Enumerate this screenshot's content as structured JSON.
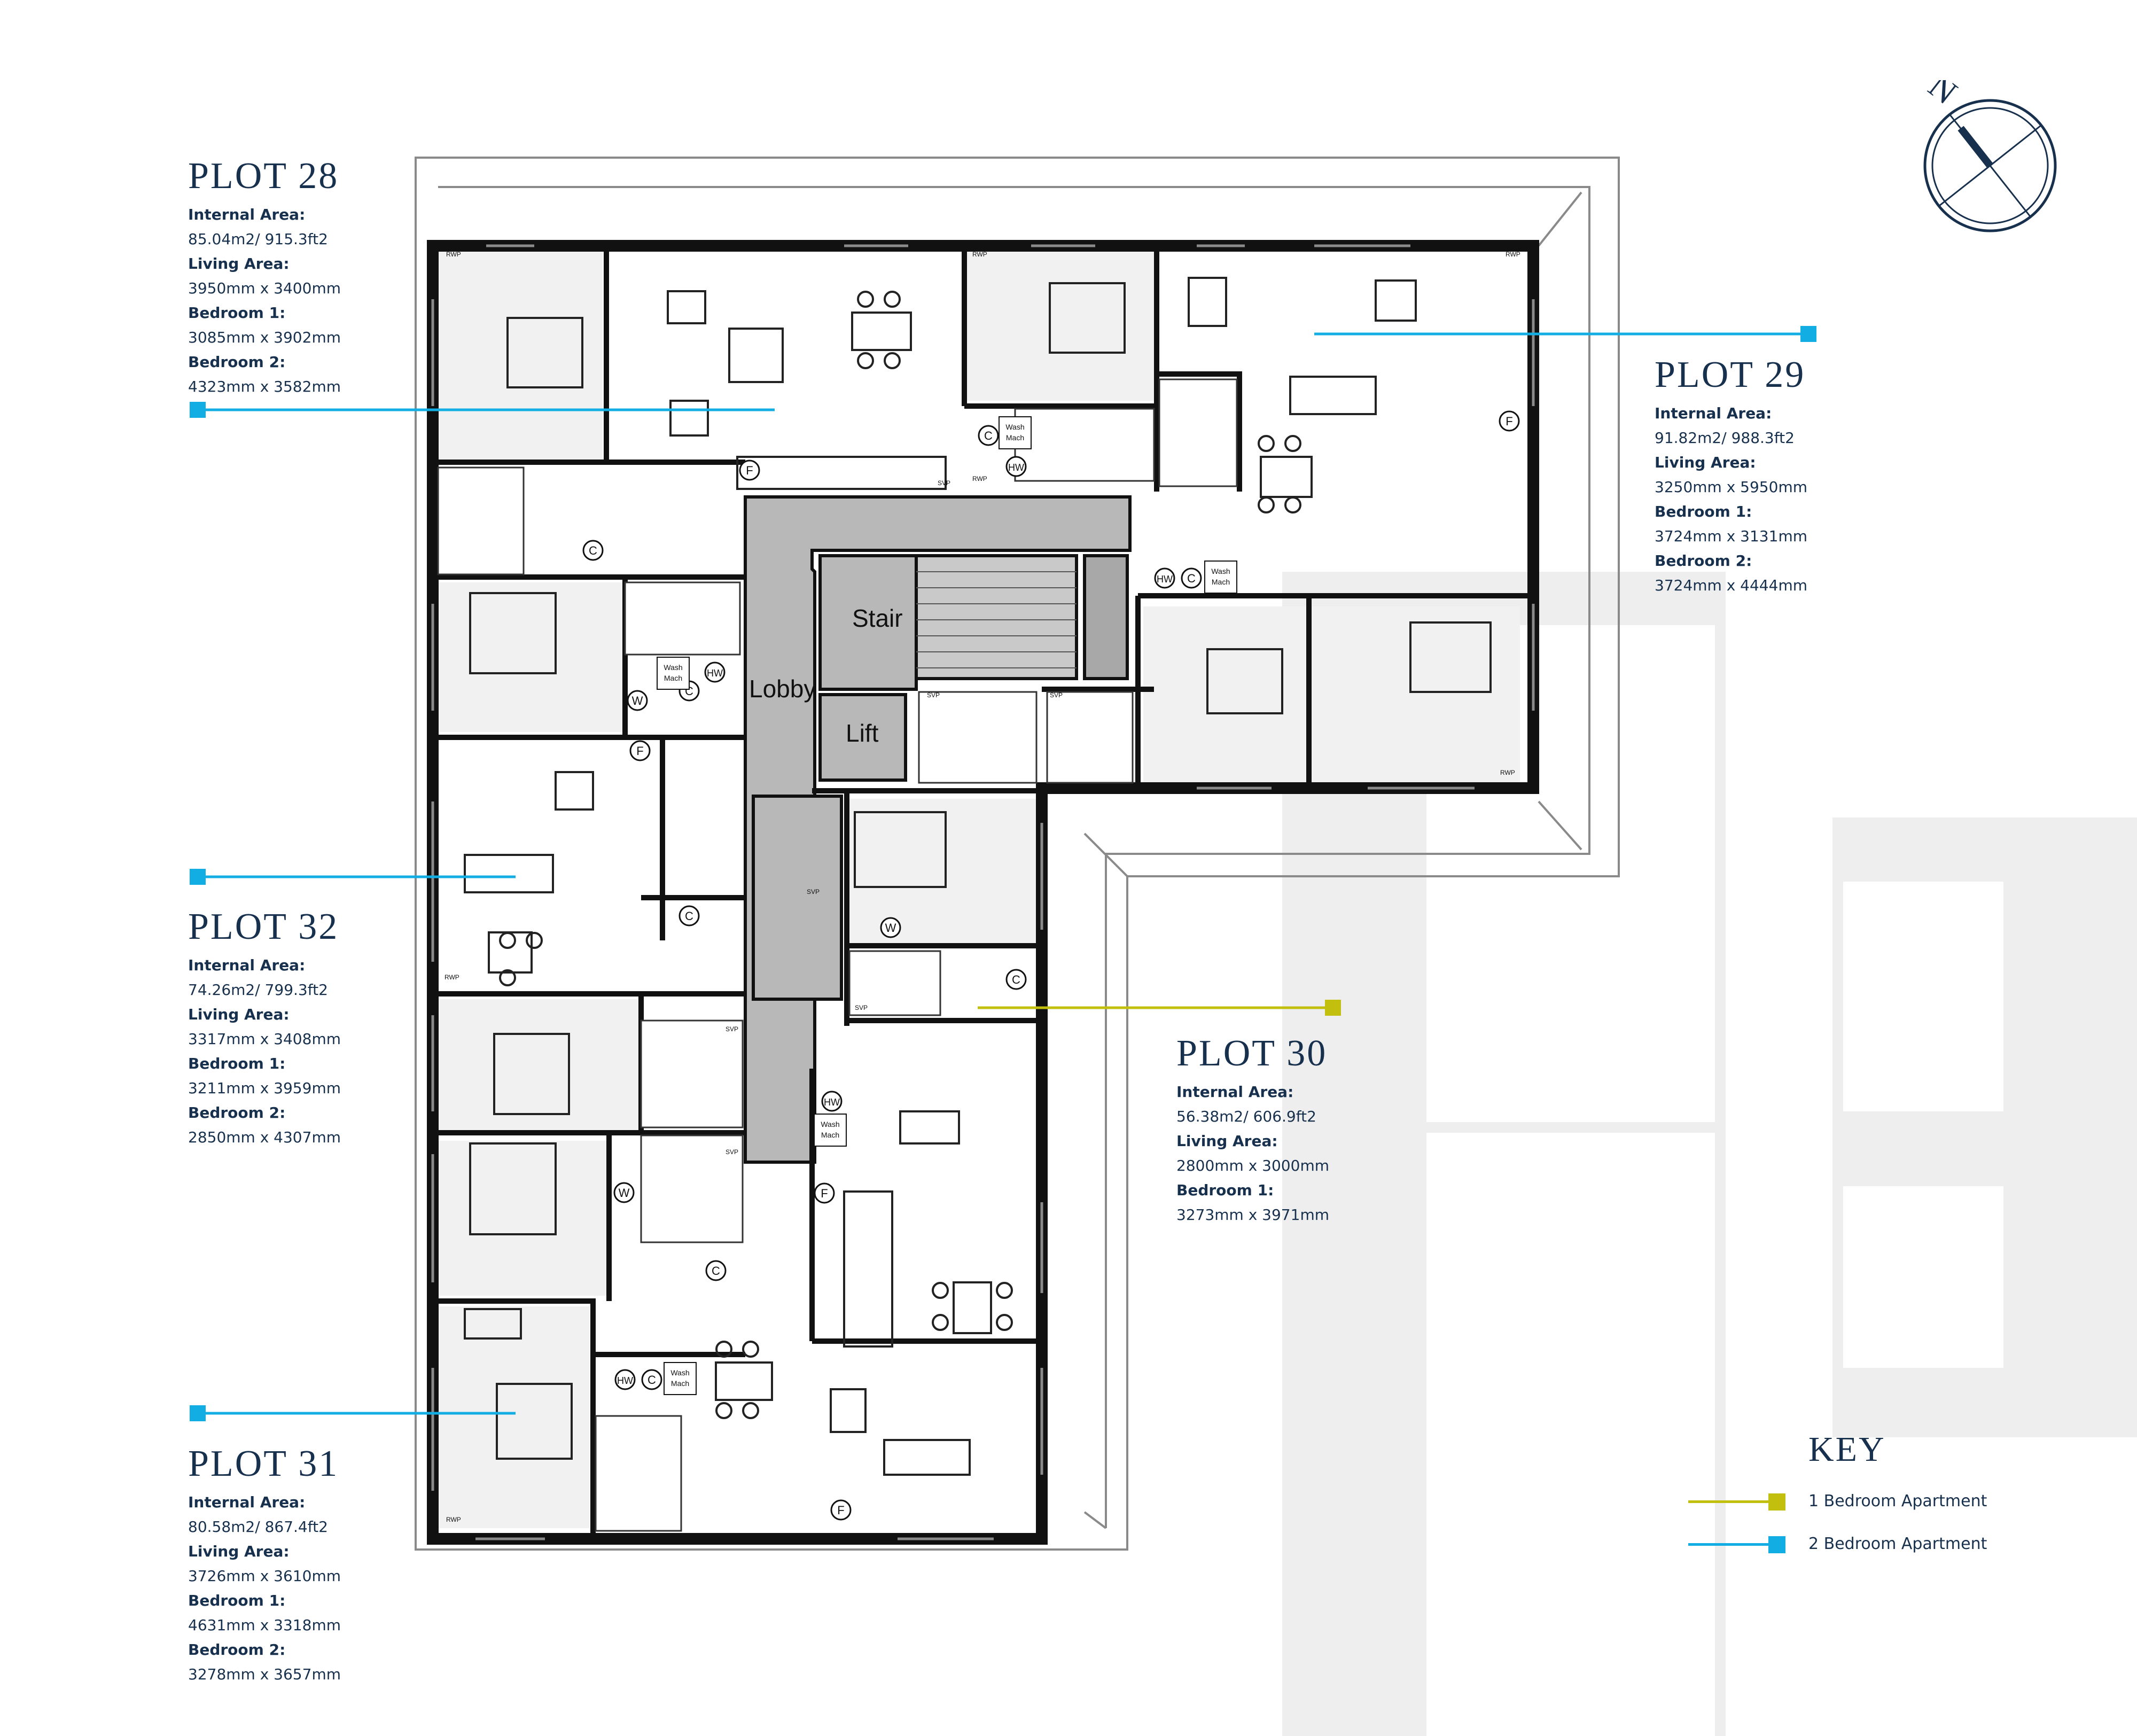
{
  "colors": {
    "navy": "#17304d",
    "two_bed_blue": "#12aee3",
    "one_bed_yellow": "#c3bf0e",
    "core_grey": "#b8b8b8",
    "watermark": "#eeeeee",
    "wall": "#111111"
  },
  "plots": {
    "p28": {
      "title": "PLOT 28",
      "internal_label": "Internal Area:",
      "internal_value": "85.04m2/ 915.3ft2",
      "living_label": "Living Area:",
      "living_value": "3950mm x 3400mm",
      "bed1_label": "Bedroom 1:",
      "bed1_value": "3085mm x 3902mm",
      "bed2_label": "Bedroom 2:",
      "bed2_value": "4323mm x 3582mm"
    },
    "p29": {
      "title": "PLOT 29",
      "internal_label": "Internal Area:",
      "internal_value": "91.82m2/ 988.3ft2",
      "living_label": "Living Area:",
      "living_value": "3250mm x 5950mm",
      "bed1_label": "Bedroom 1:",
      "bed1_value": "3724mm x 3131mm",
      "bed2_label": "Bedroom 2:",
      "bed2_value": "3724mm x 4444mm"
    },
    "p32": {
      "title": "PLOT 32",
      "internal_label": "Internal Area:",
      "internal_value": "74.26m2/ 799.3ft2",
      "living_label": "Living Area:",
      "living_value": "3317mm x 3408mm",
      "bed1_label": "Bedroom 1:",
      "bed1_value": "3211mm x 3959mm",
      "bed2_label": "Bedroom 2:",
      "bed2_value": "2850mm x 4307mm"
    },
    "p30": {
      "title": "PLOT 30",
      "internal_label": "Internal Area:",
      "internal_value": "56.38m2/ 606.9ft2",
      "living_label": "Living Area:",
      "living_value": "2800mm x 3000mm",
      "bed1_label": "Bedroom 1:",
      "bed1_value": "3273mm x 3971mm"
    },
    "p31": {
      "title": "PLOT 31",
      "internal_label": "Internal Area:",
      "internal_value": "80.58m2/ 867.4ft2",
      "living_label": "Living Area:",
      "living_value": "3726mm x 3610mm",
      "bed1_label": "Bedroom 1:",
      "bed1_value": "4631mm x 3318mm",
      "bed2_label": "Bedroom 2:",
      "bed2_value": "3278mm x 3657mm"
    }
  },
  "rooms": {
    "stair": "Stair",
    "lobby": "Lobby",
    "lift": "Lift"
  },
  "compass": {
    "north_label": "N"
  },
  "key": {
    "title": "KEY",
    "one_bed": "1 Bedroom Apartment",
    "two_bed": "2 Bedroom Apartment"
  },
  "fixture_labels": {
    "hw": "HW",
    "c": "C",
    "w": "W",
    "f": "F",
    "wash": "Wash",
    "mach": "Mach",
    "svp": "SVP",
    "rwp": "RWP"
  }
}
